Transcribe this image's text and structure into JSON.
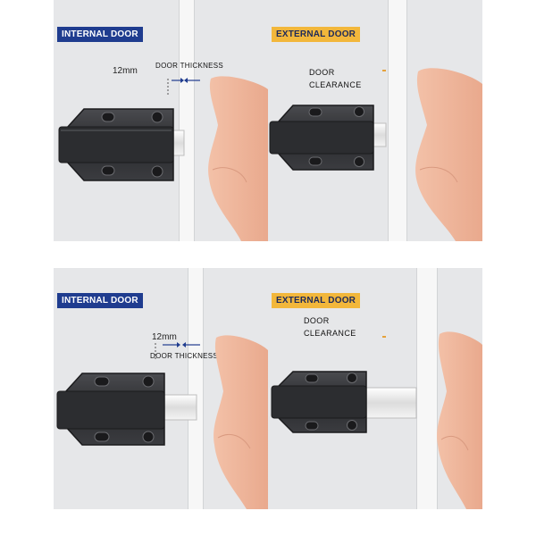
{
  "panels": {
    "top_left": {
      "badge": "INTERNAL DOOR",
      "measure": "12mm",
      "label": "DOOR THICKNESS"
    },
    "top_right": {
      "badge": "EXTERNAL DOOR",
      "label_line1": "DOOR",
      "label_line2": "CLEARANCE"
    },
    "bottom_left": {
      "badge": "INTERNAL DOOR",
      "measure": "12mm",
      "label": "DOOR THICKNESS"
    },
    "bottom_right": {
      "badge": "EXTERNAL DOOR",
      "label_line1": "DOOR",
      "label_line2": "CLEARANCE"
    }
  },
  "colors": {
    "internal_badge": "#1f3c8f",
    "external_badge": "#f2b73b",
    "panel_bg": "#e6e7e9",
    "accent_dot": "#e5a23c"
  },
  "icons": {
    "latch": "push-latch-icon",
    "hand": "finger-hand-icon"
  }
}
